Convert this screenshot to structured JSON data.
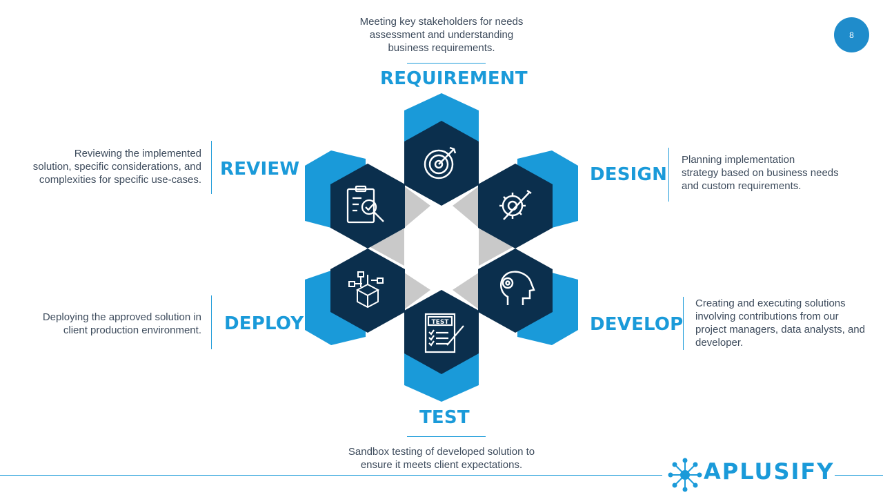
{
  "page_number": "8",
  "brand": {
    "name": "APLUSIFY",
    "icon": "starburst-logo-icon"
  },
  "colors": {
    "accent": "#1a9ad9",
    "dark": "#0b2f4d",
    "gray": "#c9c9c9"
  },
  "stages": {
    "requirement": {
      "title": "REQUIREMENT",
      "description": [
        "Meeting key stakeholders for needs",
        "assessment and understanding",
        "business requirements."
      ],
      "icon": "target-icon"
    },
    "design": {
      "title": "DESIGN",
      "description": [
        "Planning implementation",
        "strategy based on business needs",
        "and custom requirements."
      ],
      "icon": "gear-pencil-icon"
    },
    "develop": {
      "title": "DEVELOP",
      "description": [
        "Creating and executing solutions",
        "involving contributions from our",
        "project managers, data analysts, and",
        "developer."
      ],
      "icon": "gear-head-icon"
    },
    "test": {
      "title": "TEST",
      "description": [
        "Sandbox testing of developed solution to",
        "ensure it meets client expectations."
      ],
      "icon": "test-checklist-icon",
      "icon_label": "TEST"
    },
    "deploy": {
      "title": "DEPLOY",
      "description": [
        "Deploying the approved solution in",
        "client production environment."
      ],
      "icon": "deploy-box-icon"
    },
    "review": {
      "title": "REVIEW",
      "description": [
        "Reviewing the implemented",
        "solution, specific considerations, and",
        "complexities for specific use-cases."
      ],
      "icon": "clipboard-check-icon"
    }
  }
}
